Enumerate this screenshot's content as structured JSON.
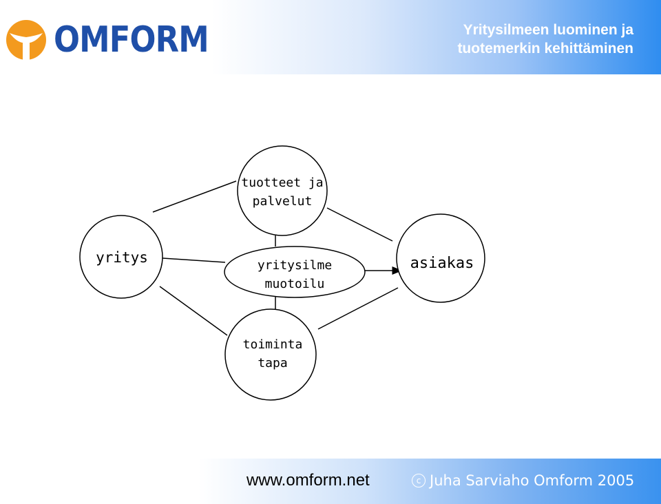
{
  "header": {
    "brand": "OMFORM",
    "title_line1": "Yritysilmeen luominen ja",
    "title_line2": "tuotemerkin kehittäminen"
  },
  "diagram": {
    "products_line1": "tuotteet ja",
    "products_line2": "palvelut",
    "company": "yritys",
    "identity_line1": "yritysilme",
    "identity_line2": "muotoilu",
    "customer": "asiakas",
    "operations_line1": "toiminta",
    "operations_line2": "tapa"
  },
  "footer": {
    "url": "www.omform.net",
    "copyright_symbol": "c",
    "copyright": "Juha Sarviaho Omform 2005"
  },
  "colors": {
    "brand_blue": "#1f4fa8",
    "logo_orange": "#f39a1e",
    "header_gradient_end": "#2f8df0"
  }
}
